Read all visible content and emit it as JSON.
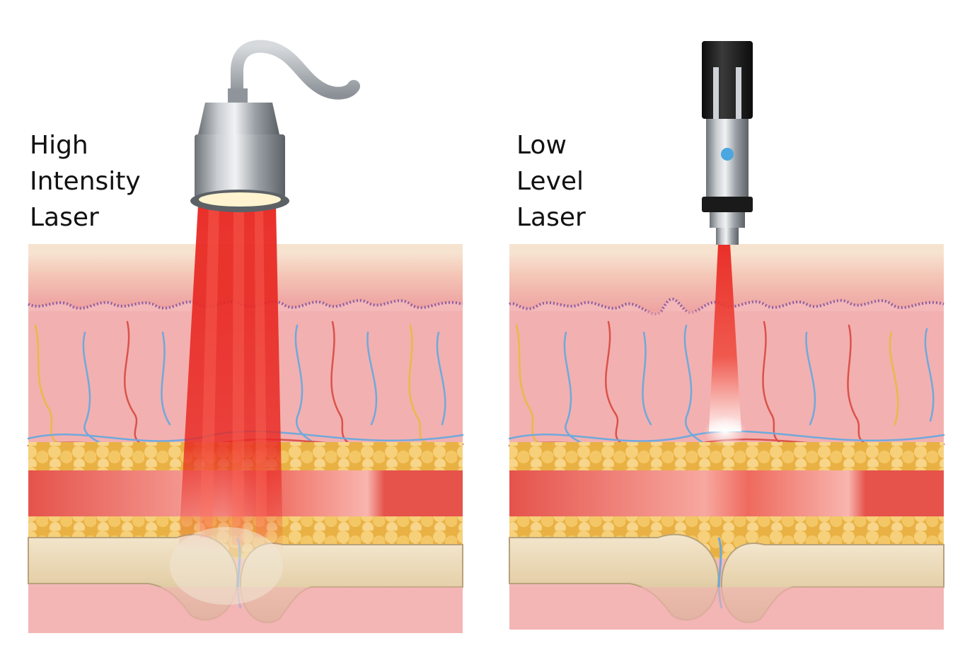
{
  "left_panel": {
    "label_lines": [
      "High",
      "Intensity",
      "Laser"
    ]
  },
  "right_panel": {
    "label_lines": [
      "Low",
      "Level",
      "Laser"
    ]
  },
  "colors": {
    "background": "#ffffff",
    "epidermis": "#f6c9b8",
    "dermis": "#f3a5a5",
    "basement_membrane": "#8c5fa3",
    "fat": "#f2c24e",
    "muscle": "#e5534b",
    "bone": "#ead8b5",
    "deep_tissue": "#f4b3b3",
    "artery": "#d9534a",
    "vein": "#6fa9dc",
    "nerve": "#e9b949",
    "laser_beam": "#e8251f",
    "device_metal": "#9aa0a6",
    "device_dark": "#1f1f1f",
    "device_indicator": "#4aa7e0"
  },
  "icons": {
    "left_device": "high-intensity-laser-head-icon",
    "right_device": "low-level-laser-pen-icon"
  }
}
